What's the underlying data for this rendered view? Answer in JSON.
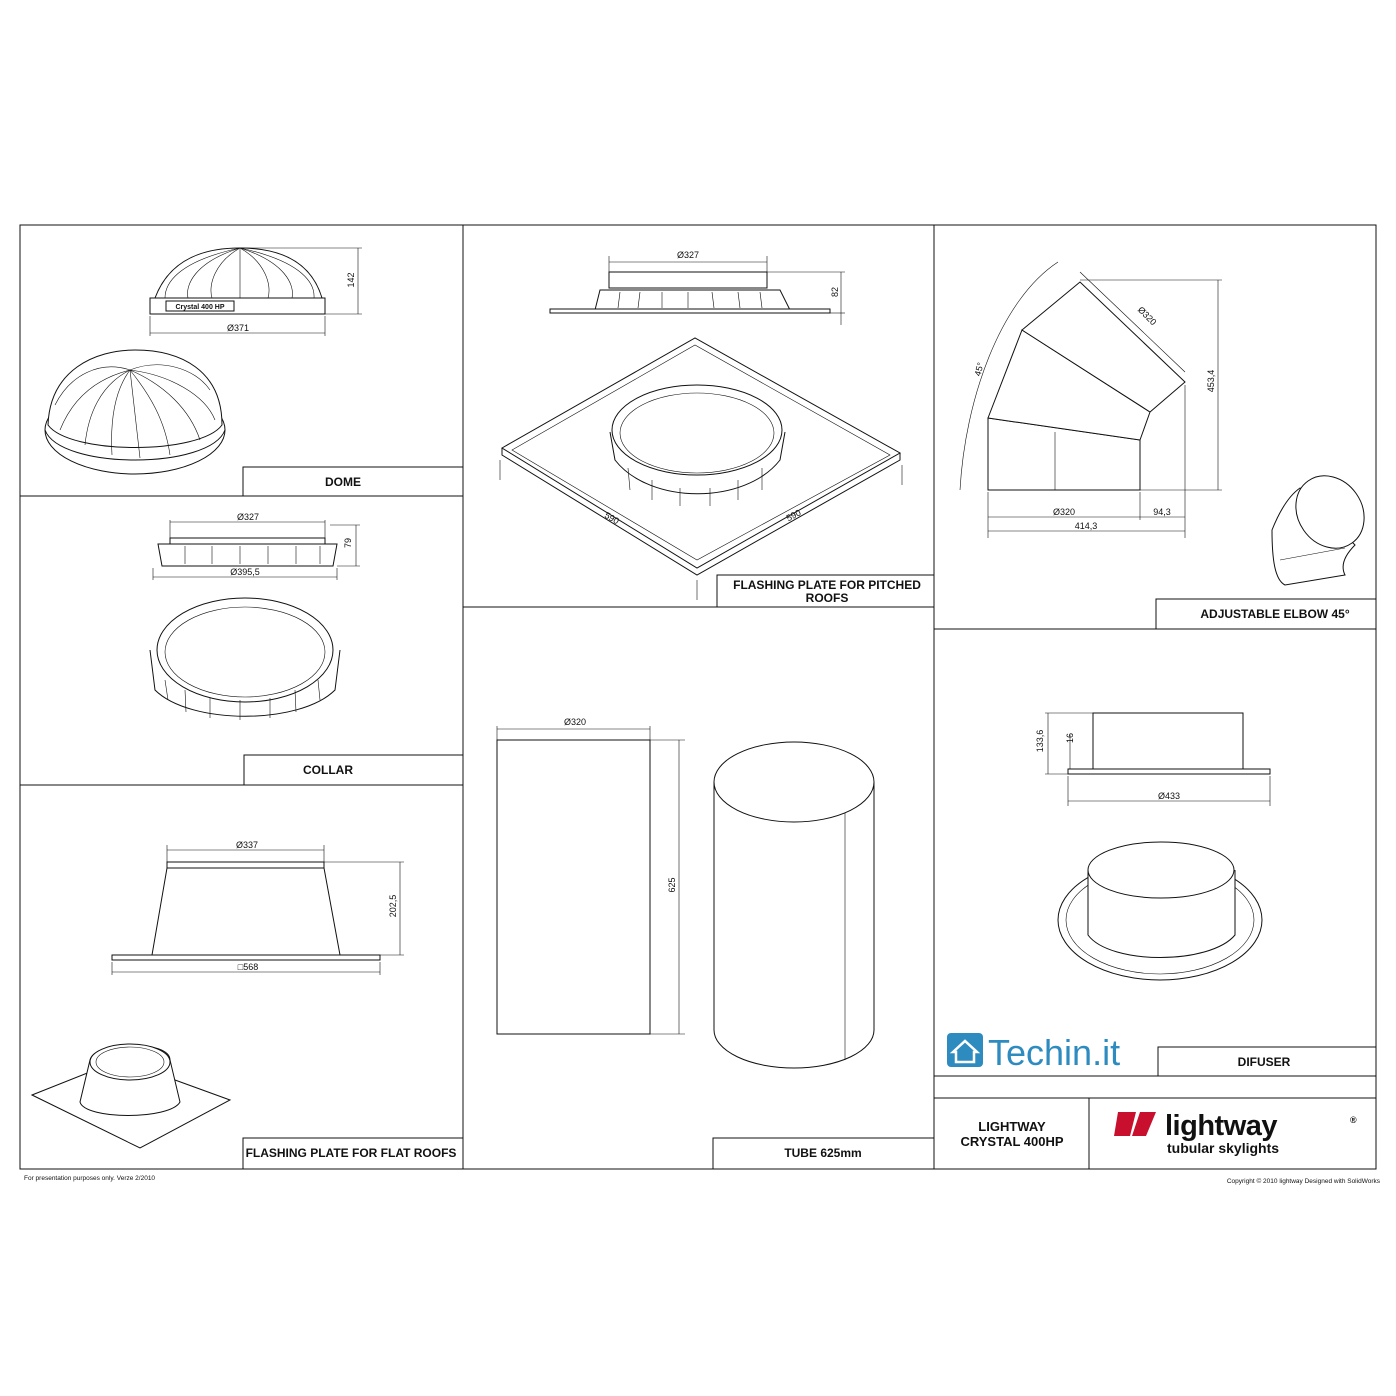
{
  "panels": {
    "dome": {
      "label": "DOME",
      "dim_height": "142",
      "dim_diameter": "Ø371",
      "badge": "Crystal 400 HP"
    },
    "collar": {
      "label": "COLLAR",
      "dim_top": "Ø327",
      "dim_bottom": "Ø395,5",
      "dim_height": "79"
    },
    "flat": {
      "label": "FLASHING PLATE FOR FLAT ROOFS",
      "dim_top": "Ø337",
      "dim_height": "202,5",
      "dim_base": "□568"
    },
    "pitched": {
      "label_line1": "FLASHING PLATE FOR PITCHED",
      "label_line2": "ROOFS",
      "dim_top": "Ø327",
      "dim_height": "82",
      "dim_side_a": "590",
      "dim_side_b": "590"
    },
    "tube": {
      "label": "TUBE 625mm",
      "dim_width": "Ø320",
      "dim_height": "625"
    },
    "elbow": {
      "label": "ADJUSTABLE ELBOW 45°",
      "dim_angle": "45°",
      "dim_diameter": "Ø320",
      "dim_height": "453,4",
      "dim_base_d": "Ø320",
      "dim_offset": "94,3",
      "dim_total": "414,3"
    },
    "difuser": {
      "label": "DIFUSER",
      "dim_height_a": "133,6",
      "dim_height_b": "16",
      "dim_diameter": "Ø433"
    }
  },
  "title_block": {
    "line1": "LIGHTWAY",
    "line2": "CRYSTAL 400HP"
  },
  "brand": {
    "name": "lightway",
    "registered": "®",
    "tagline": "tubular skylights",
    "accent": "#c8102e"
  },
  "watermark": {
    "name": "Techin.it",
    "icon": "home-icon",
    "color": "#2e8bc0"
  },
  "footer": {
    "left": "For presentation purposes only.  Verze 2/2010",
    "right": "Copyright © 2010 lightway Designed with SolidWorks"
  }
}
